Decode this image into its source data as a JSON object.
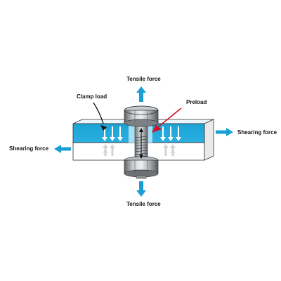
{
  "labels": {
    "tensile_top": "Tensile force",
    "tensile_bottom": "Tensile force",
    "clamp_load": "Clamp load",
    "preload": "Preload",
    "shearing_right": "Shearing force",
    "shearing_left": "Shearing force"
  },
  "colors": {
    "plate_top": "#1aa3d6",
    "plate_light": "#b8e7f6",
    "plate_bottom": "#ffffff",
    "force_arrow": "#1a9fd4",
    "preload_arrow": "#d2142a",
    "bolt_steel": "#9ea3a8",
    "clamp_arrow": "#ffffff",
    "ghost_arrow": "#d5d5d5"
  },
  "icons": {
    "bolt": "hex-bolt-icon",
    "nut": "hex-nut-icon"
  }
}
